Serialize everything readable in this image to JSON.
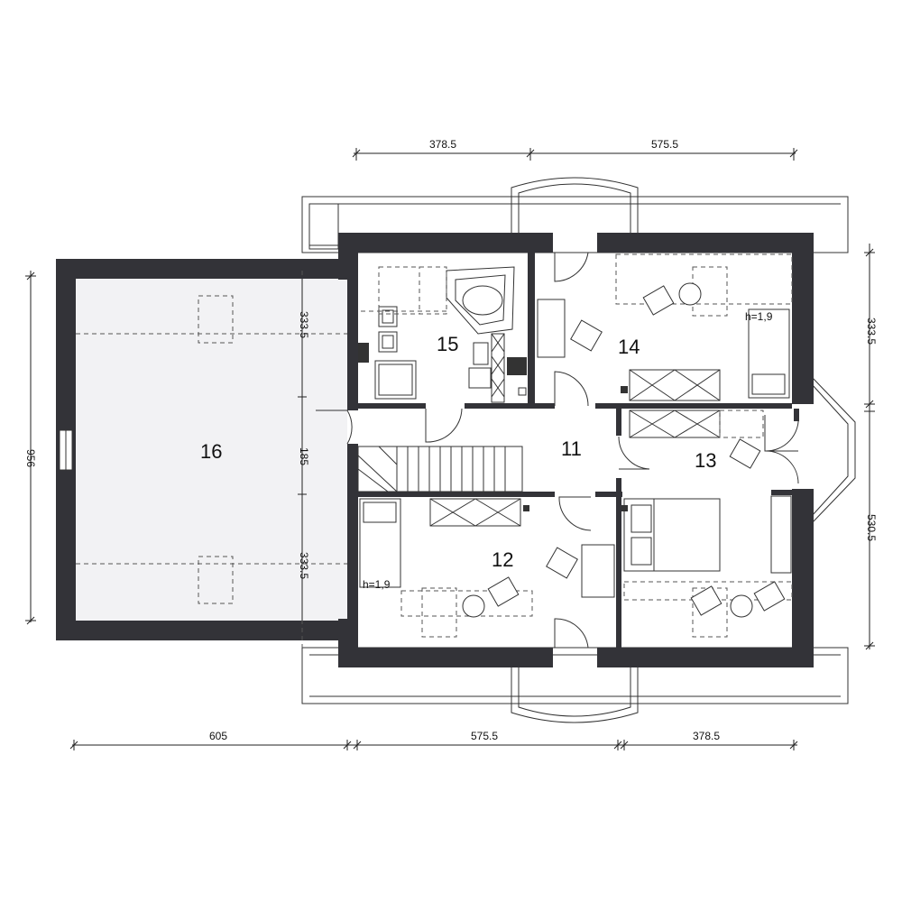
{
  "rooms": {
    "r11": "11",
    "r12": "12",
    "r13": "13",
    "r14": "14",
    "r15": "15",
    "r16": "16"
  },
  "dimensions": {
    "top_left": "378.5",
    "top_right": "575.5",
    "bottom_left": "605",
    "bottom_mid": "575.5",
    "bottom_right": "378.5",
    "left_total": "956",
    "right_top": "333.5",
    "right_bottom": "530.5",
    "inner_upper": "333.5",
    "inner_mid": "185",
    "inner_lower": "333.5"
  },
  "heights": {
    "room14": "h=1,9",
    "room12": "h=1,9"
  },
  "colors": {
    "wall": "#333338",
    "attic_fill": "#f2f2f4"
  }
}
